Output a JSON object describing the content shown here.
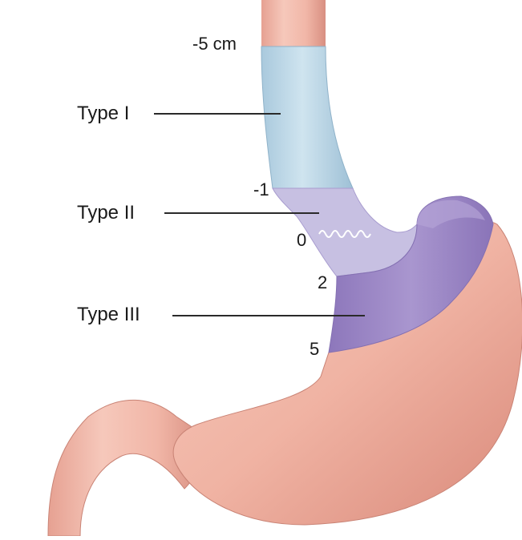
{
  "labels": {
    "type_i": "Type I",
    "type_ii": "Type II",
    "type_iii": "Type III"
  },
  "markers": {
    "m_minus5": "-5 cm",
    "m_minus1": "-1",
    "m_0": "0",
    "m_2": "2",
    "m_5": "5"
  },
  "colors": {
    "tissue": "#f1b7a8",
    "tissue_dark": "#d98e80",
    "esophagus_blue": "#bcd8e8",
    "junction_lavender": "#c9c4e4",
    "stomach_purple": "#9a86c6",
    "leader_line": "#2a2a2a"
  }
}
